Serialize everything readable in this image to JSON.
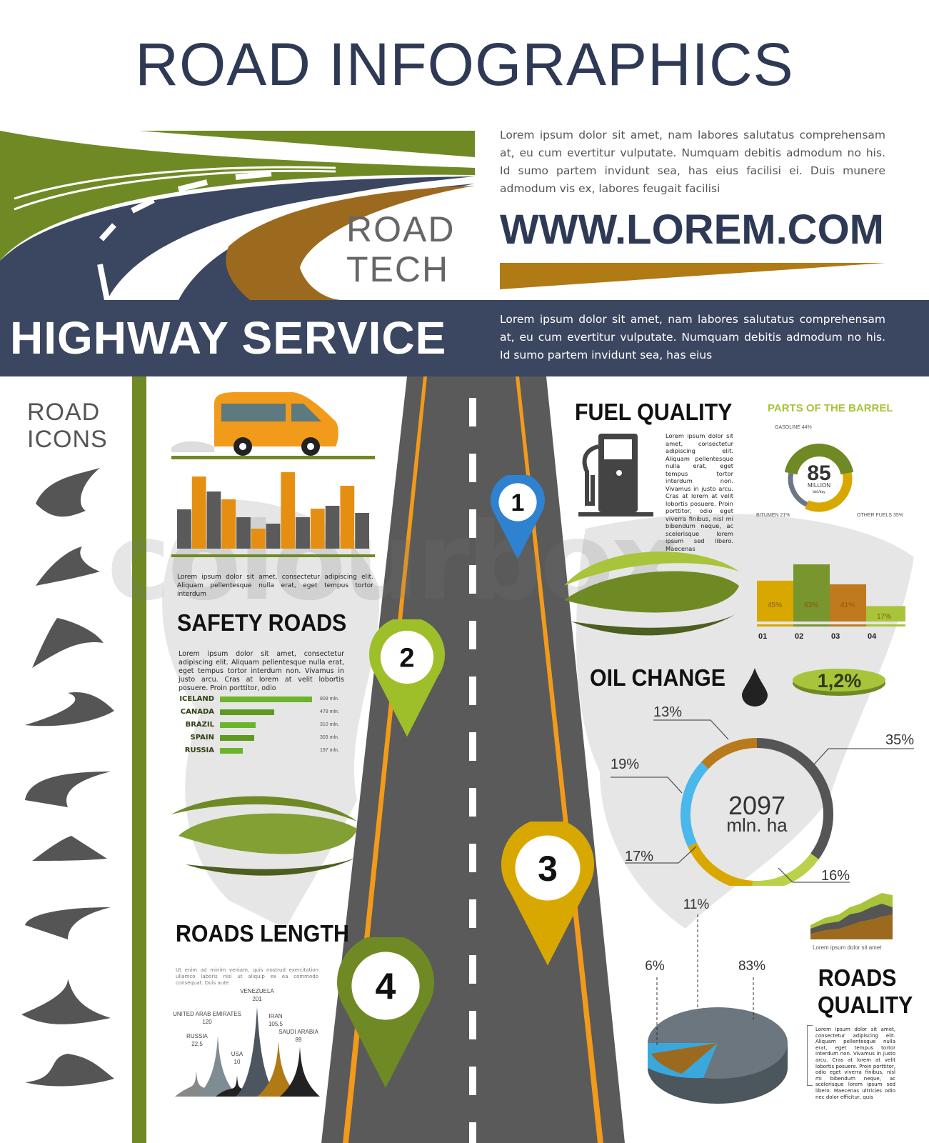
{
  "header": {
    "title": "ROAD INFOGRAPHICS",
    "intro": "Lorem ipsum dolor sit amet, nam labores salutatus comprehensam at, eu cum evertitur vulputate. Numquam debitis admodum no his. Id sumo partem invidunt sea, has eius facilisi ei. Duis munere admodum vis ex, labores feugait facilisi",
    "url": "WWW.LOREM.COM",
    "road_tech": [
      "ROAD",
      "TECH"
    ]
  },
  "band": {
    "title": "HIGHWAY SERVICE",
    "text": "Lorem ipsum dolor sit amet, nam labores salutatus comprehensam at, eu cum evertitur vulputate. Numquam debitis admodum no his. Id sumo partem invidunt sea, has eius"
  },
  "road_icons": {
    "title": [
      "ROAD",
      "ICONS"
    ]
  },
  "watermark": "colourbox",
  "pins": [
    "1",
    "2",
    "3",
    "4"
  ],
  "colors": {
    "navy": "#3b4660",
    "olive": "#6f8a24",
    "brown": "#9c6a1f",
    "gold": "#d9a800",
    "lime": "#a8c43a",
    "blue": "#2e82d0",
    "gray": "#4a4a4a",
    "orange": "#e58f12"
  },
  "vehicle_caption": "Lorem ipsum dolor sit amet, consectetur adipiscing elit. Aliquam pellentesque nulla erat, eget tempus tortor interdum",
  "safety": {
    "title": "SAFETY ROADS",
    "text": "Lorem ipsum dolor sit amet, consectetur adipiscing elit. Aliquam pellentesque nulla erat, eget tempus tortor interdum non. Vivamus in justo arcu. Cras at lorem at velit lobortis posuere. Proin porttitor, odio"
  },
  "length": {
    "title": "ROADS LENGTH",
    "text": "Ut enim ad minim veniam, quis nostrud exercitation ullamco laboris nisi ut aliquip ex ea commodo consequat. Duis aute"
  },
  "fuel": {
    "title": "FUEL QUALITY",
    "text": "Lorem ipsum dolor sit amet, consectetur adipiscing elit. Aliquam pellentesque nulla erat, eget tempus tortor interdum non. Vivamus in justo arcu. Cras at lorem at velit lobortis posuere. Proin porttitor, odio eget viverra finibus, nisl mi bibendum neque, ac scelerisque lorem ipsum sed libero. Maecenas"
  },
  "oil": {
    "title": "OIL CHANGE",
    "badge": "1,2%"
  },
  "quality": {
    "title": [
      "ROADS",
      "QUALITY"
    ],
    "text": "Lorem ipsum dolor sit amet, consectetur adipiscing elit. Aliquam pellentesque nulla erat, eget tempus tortor interdum non. Vivamus in justo arcu. Cras at lorem at velit lobortis posuere. Proin porttitor, odio eget viverra finibus, nisl mi bibendum neque, ac scelerisque lorem ipsum sed libero. Maecenas ultricies odio nec dolor efficitur, quis",
    "area_caption": "Lorem ipsum dolor sit amet"
  },
  "chart_data": [
    {
      "id": "vehicle-bars",
      "type": "bar",
      "series": [
        {
          "values": [
            55,
            80,
            44,
            35,
            44,
            60,
            50
          ]
        },
        {
          "values": [
            101,
            69,
            28,
            107,
            56,
            88
          ]
        }
      ]
    },
    {
      "id": "safety-bars",
      "type": "bar",
      "orientation": "horizontal",
      "categories": [
        "ICELAND",
        "CANADA",
        "BRAZIL",
        "SPAIN",
        "RUSSIA"
      ],
      "values": [
        809,
        478,
        310,
        303,
        197
      ],
      "value_labels": [
        "809 mln.",
        "478 mln.",
        "310 mln.",
        "303 mln.",
        "197 mln."
      ]
    },
    {
      "id": "roads-length",
      "type": "bar",
      "categories": [
        "RUSSIA",
        "UNITED ARAB EMIRATES",
        "USA",
        "VENEZUELA",
        "IRAN",
        "SAUDI ARABIA"
      ],
      "values": [
        22.5,
        120,
        10,
        201,
        105.5,
        89
      ],
      "value_labels": [
        "22,5",
        "120",
        "10",
        "201",
        "105,5",
        "89"
      ]
    },
    {
      "id": "parts-of-barrel",
      "type": "pie",
      "title": "PARTS OF THE BARREL",
      "center_value": "85",
      "center_unit": "MILLION",
      "center_sub": "bbl./day",
      "categories": [
        "GASOLINE 44%",
        "OTHER FUELS 35%",
        "BITUMEN 21%"
      ],
      "values": [
        44,
        35,
        21
      ]
    },
    {
      "id": "fuel-bars",
      "type": "bar",
      "categories": [
        "01",
        "02",
        "03",
        "04"
      ],
      "values": [
        45,
        63,
        41,
        17
      ],
      "value_labels": [
        "45%",
        "63%",
        "41%",
        "17%"
      ]
    },
    {
      "id": "oil-donut",
      "type": "pie",
      "center_value": "2097",
      "center_unit": "mln. ha",
      "values": [
        35,
        16,
        17,
        19,
        13
      ],
      "value_labels": [
        "35%",
        "16%",
        "17%",
        "19%",
        "13%"
      ]
    },
    {
      "id": "quality-pie",
      "type": "pie",
      "values": [
        83,
        11,
        6
      ],
      "value_labels": [
        "83%",
        "11%",
        "6%"
      ]
    }
  ]
}
